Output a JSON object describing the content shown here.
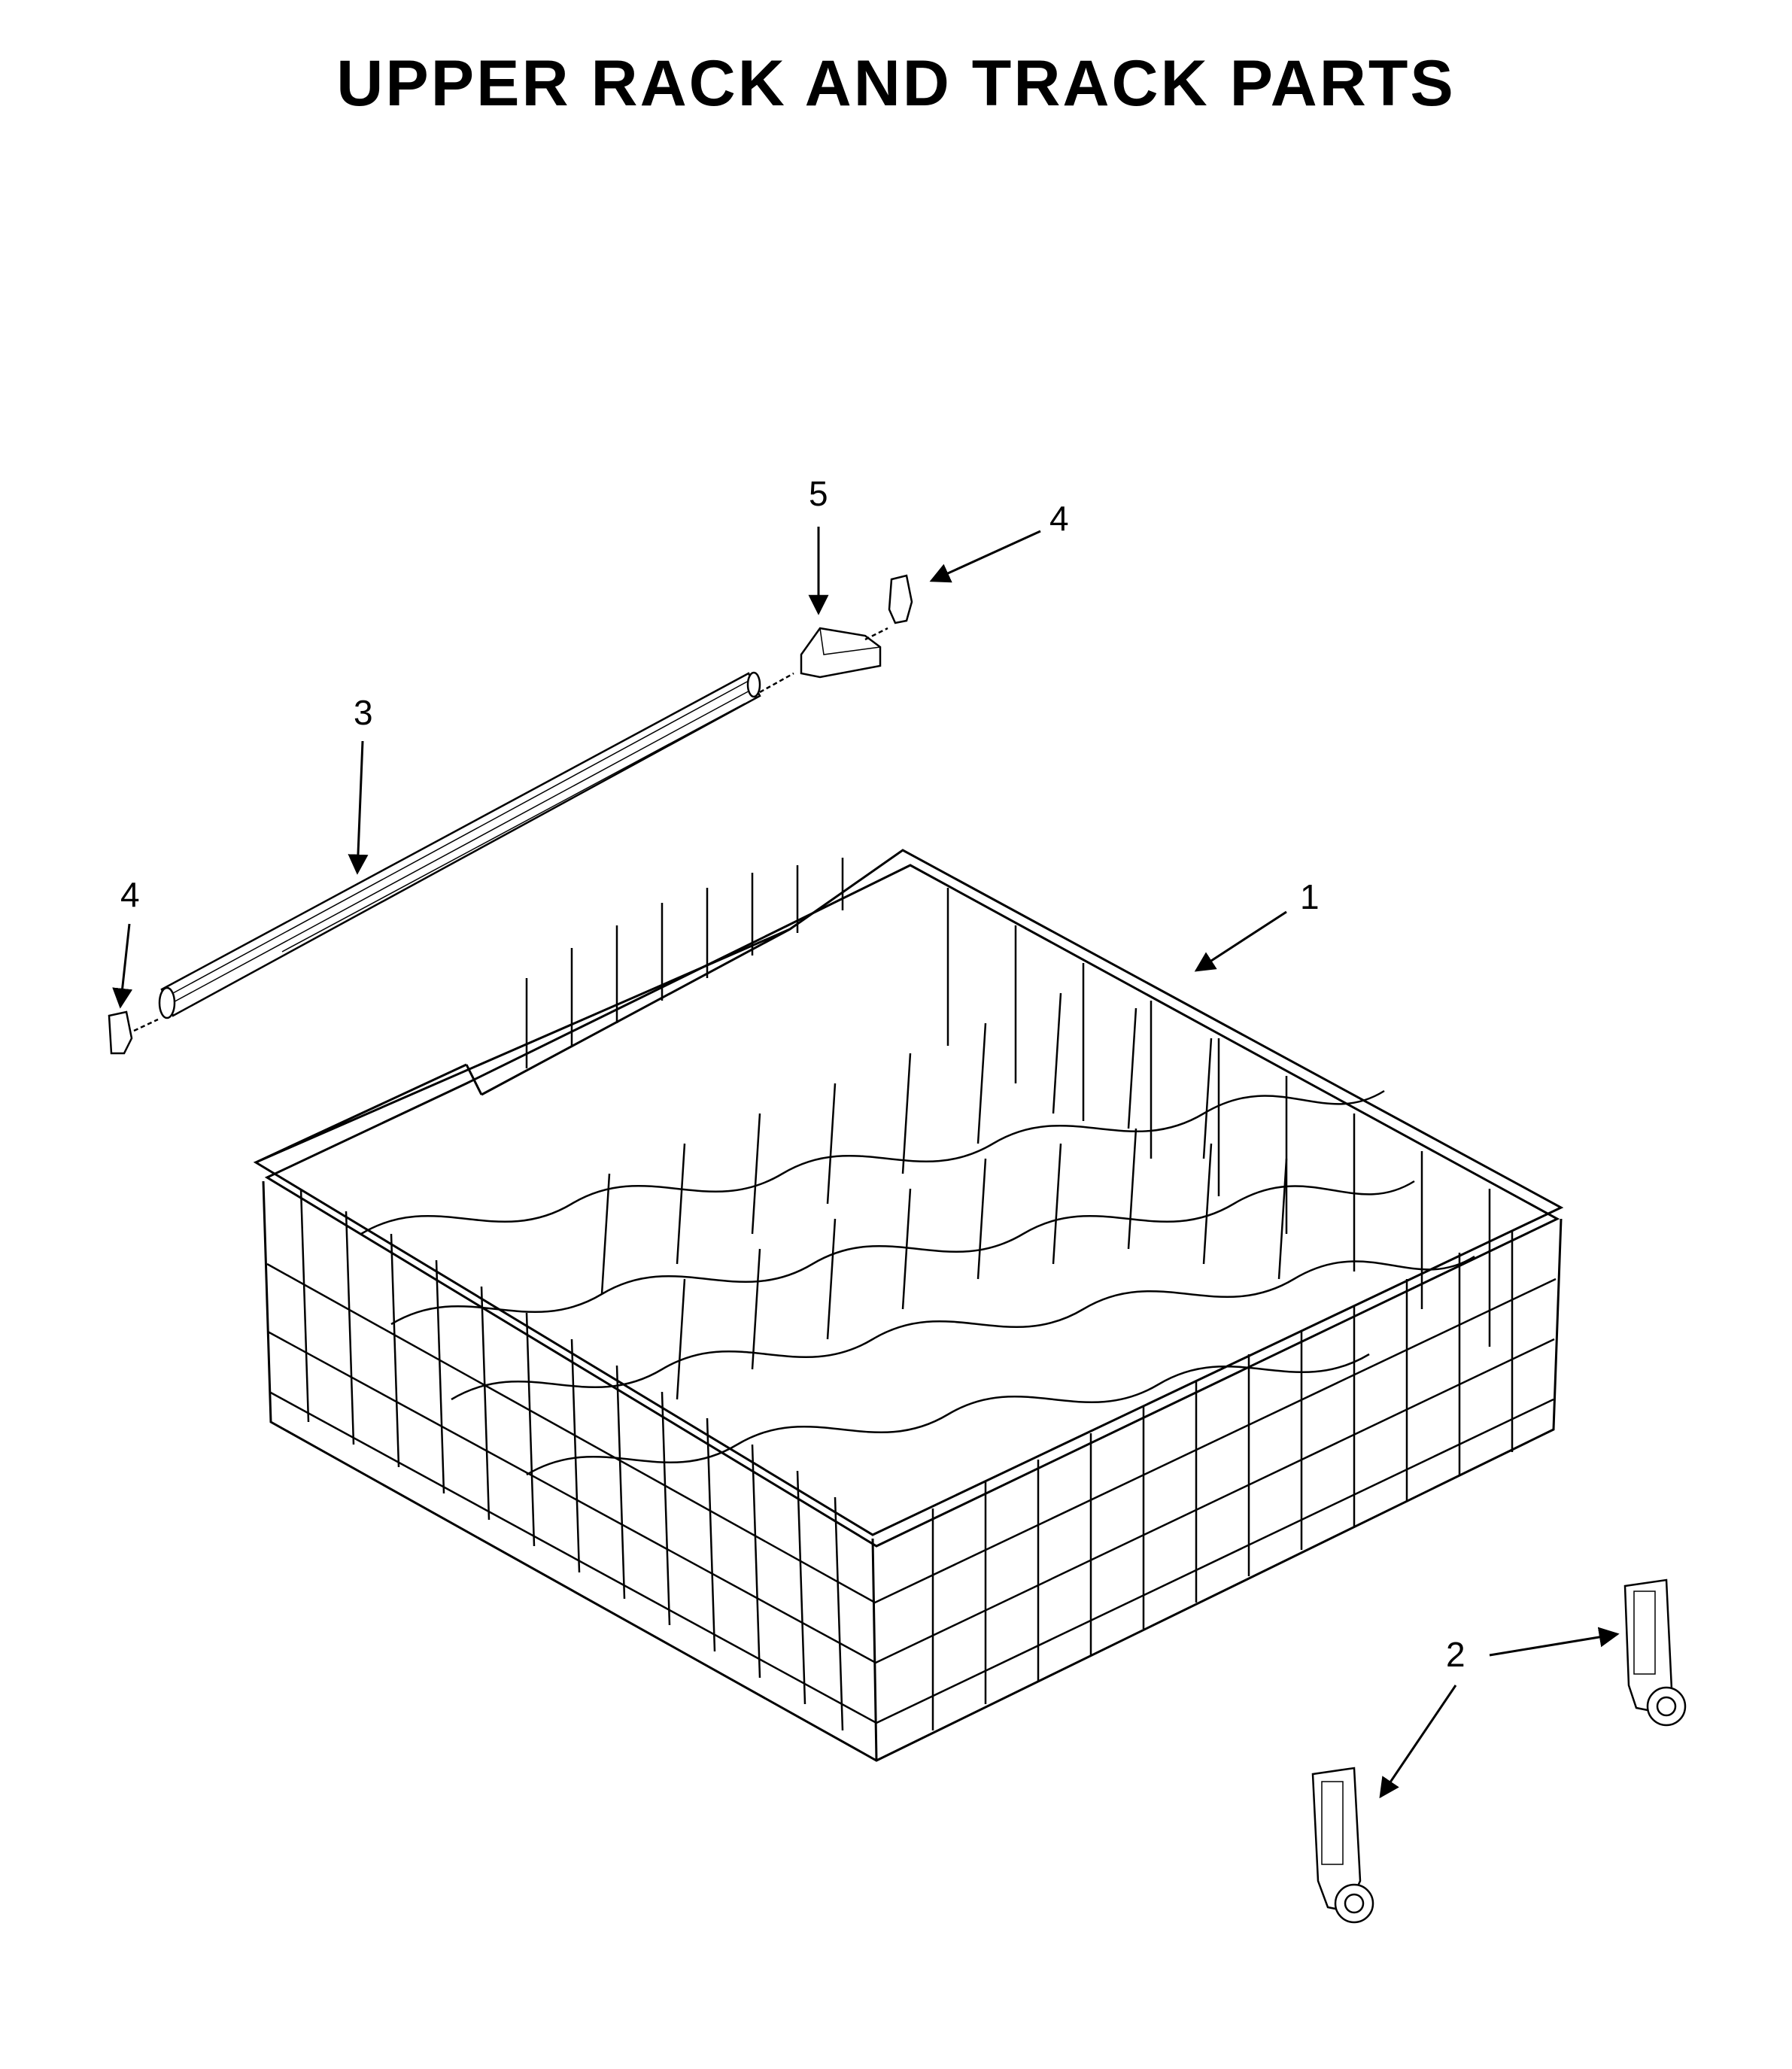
{
  "title": "UPPER RACK AND TRACK PARTS",
  "callouts": [
    {
      "id": "rack",
      "label": "1"
    },
    {
      "id": "roller-right",
      "label": "2"
    },
    {
      "id": "track",
      "label": "3"
    },
    {
      "id": "endcap-left",
      "label": "4"
    },
    {
      "id": "endcap-right",
      "label": "4"
    },
    {
      "id": "stop",
      "label": "5"
    }
  ],
  "colors": {
    "line": "#000000",
    "background": "#ffffff"
  }
}
